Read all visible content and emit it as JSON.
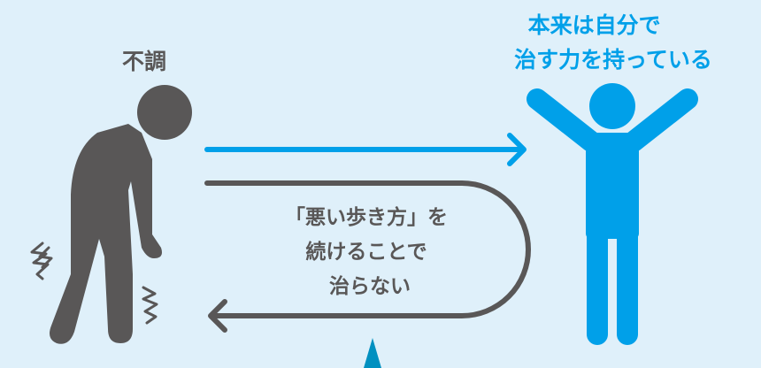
{
  "left_label": "不調",
  "right_label": [
    "本来は自分で",
    "治す力を持っている"
  ],
  "loop_text": [
    "「悪い歩き方」を",
    "続けることで",
    "治らない"
  ],
  "colors": {
    "background": "#dff0fa",
    "gray": "#595757",
    "blue": "#00a0e9",
    "pointer": "#0090c0"
  }
}
